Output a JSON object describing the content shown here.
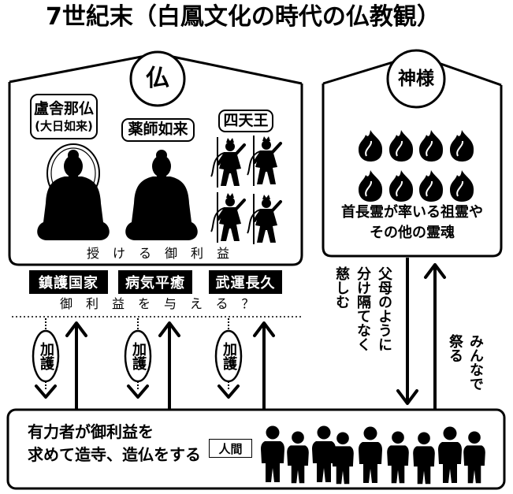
{
  "title": "7世紀末（白鳳文化の時代の仏教観）",
  "buddha_section": {
    "circle_label": "仏",
    "deities": [
      {
        "name": "盧舎那仏",
        "sub": "(大日如来)"
      },
      {
        "name": "薬師如来"
      },
      {
        "name": "四天王"
      }
    ],
    "benefits_caption": "授ける御利益",
    "benefits": [
      "鎮護国家",
      "病気平癒",
      "武運長久"
    ],
    "question": "御利益を与える？"
  },
  "protection_labels": [
    "加護",
    "加護",
    "加護"
  ],
  "kami_section": {
    "circle_label": "神様",
    "description": [
      "首長霊が率いる祖霊や",
      "その他の霊魂"
    ]
  },
  "flows": {
    "kami_to_people": [
      "父母のように",
      "分け隔てなく",
      "慈しむ"
    ],
    "people_to_kami": [
      "みんなで",
      "祭る"
    ]
  },
  "people_section": {
    "lines": [
      "有力者が御利益を",
      "求めて造寺、造仏をする"
    ],
    "label": "人間"
  },
  "colors": {
    "ink": "#000000",
    "paper": "#ffffff"
  }
}
